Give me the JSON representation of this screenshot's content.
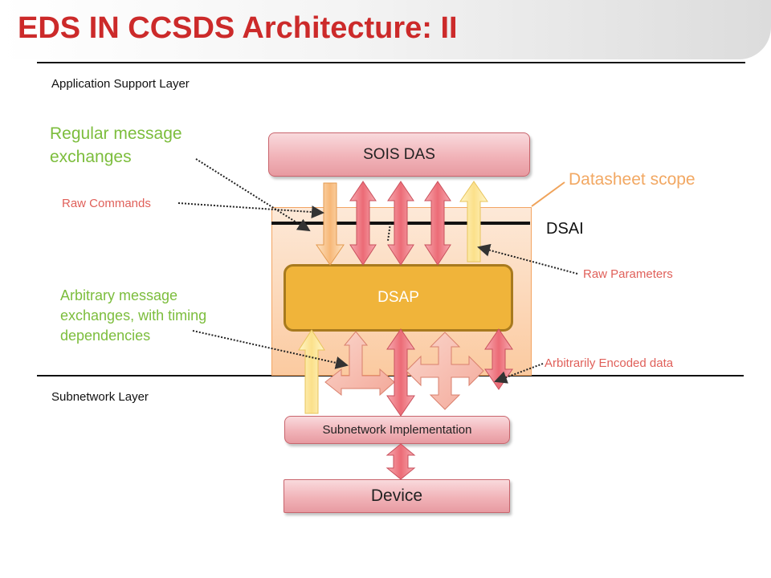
{
  "title": "EDS IN CCSDS Architecture: II",
  "layers": {
    "app_support": "Application Support Layer",
    "subnetwork": "Subnetwork Layer"
  },
  "labels": {
    "regular_line1": "Regular message",
    "regular_line2": "exchanges",
    "arbitrary_line1": "Arbitrary message",
    "arbitrary_line2": "exchanges, with timing",
    "arbitrary_line3": "dependencies",
    "raw_commands": "Raw Commands",
    "raw_parameters": "Raw Parameters",
    "arbitrarily_encoded": "Arbitrarily Encoded data",
    "datasheet_scope": "Datasheet scope",
    "dsai": "DSAI"
  },
  "boxes": {
    "sois_das": "SOIS DAS",
    "dsap": "DSAP",
    "subnetwork_impl": "Subnetwork Implementation",
    "device": "Device"
  },
  "colors": {
    "title": "#cc2a2a",
    "green_text": "#7cbd3c",
    "red_text": "#e0605a",
    "orange_text": "#f2a863",
    "dsap_fill": "#f0b43a",
    "pink_arrow": "#ef7c86"
  }
}
